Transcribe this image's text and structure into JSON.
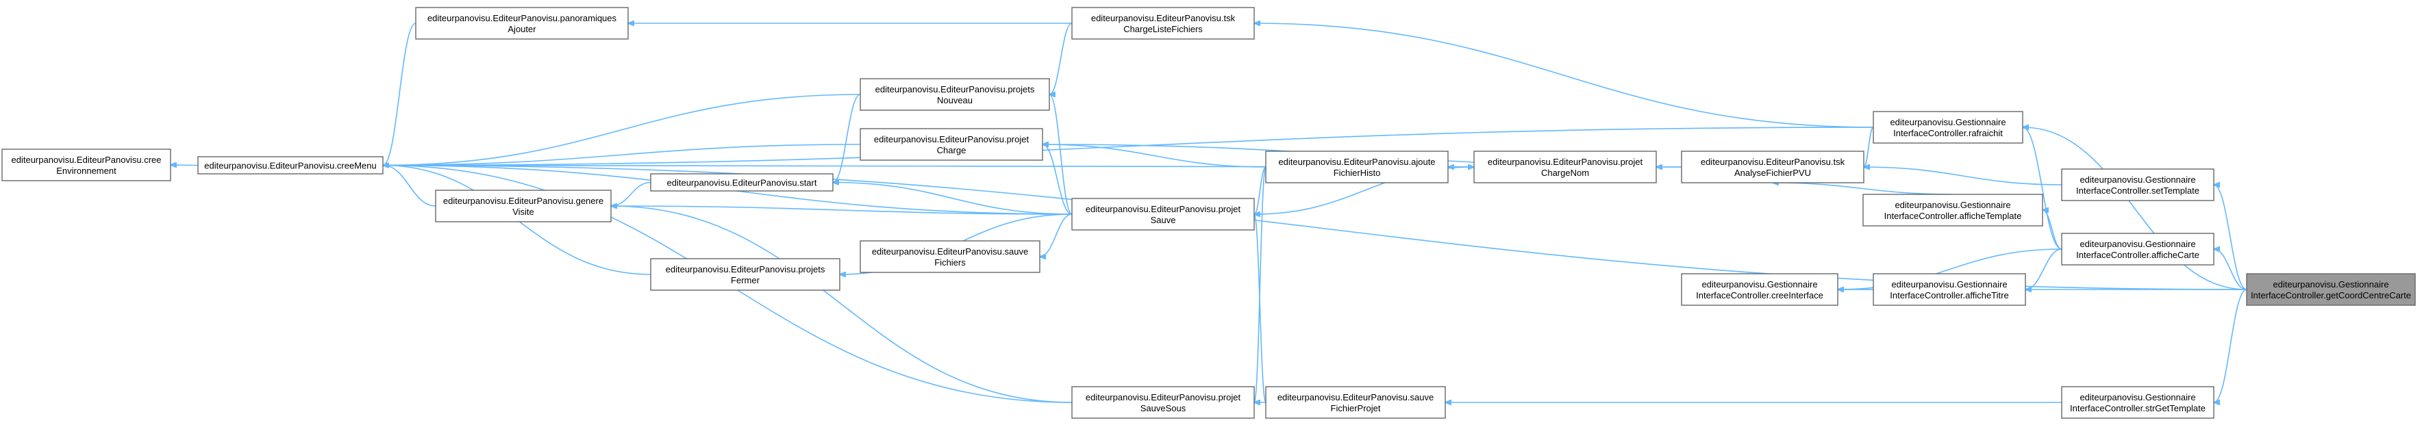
{
  "colors": {
    "edge": "#63b8ff",
    "node_border": "#666666",
    "highlight_fill": "#999999",
    "background": "#ffffff"
  },
  "nodes": [
    {
      "id": "cree_env",
      "lines": [
        "editeurpanovisu.EditeurPanovisu.cree",
        "Environnement"
      ]
    },
    {
      "id": "creeMenu",
      "lines": [
        "editeurpanovisu.EditeurPanovisu.creeMenu"
      ]
    },
    {
      "id": "pano_ajouter",
      "lines": [
        "editeurpanovisu.EditeurPanovisu.panoramiques",
        "Ajouter"
      ]
    },
    {
      "id": "genere_visite",
      "lines": [
        "editeurpanovisu.EditeurPanovisu.genere",
        "Visite"
      ]
    },
    {
      "id": "start",
      "lines": [
        "editeurpanovisu.EditeurPanovisu.start"
      ]
    },
    {
      "id": "projets_fermer",
      "lines": [
        "editeurpanovisu.EditeurPanovisu.projets",
        "Fermer"
      ]
    },
    {
      "id": "projets_nouveau",
      "lines": [
        "editeurpanovisu.EditeurPanovisu.projets",
        "Nouveau"
      ]
    },
    {
      "id": "projet_charge",
      "lines": [
        "editeurpanovisu.EditeurPanovisu.projet",
        "Charge"
      ]
    },
    {
      "id": "sauve_fichiers",
      "lines": [
        "editeurpanovisu.EditeurPanovisu.sauve",
        "Fichiers"
      ]
    },
    {
      "id": "tsk_charge",
      "lines": [
        "editeurpanovisu.EditeurPanovisu.tsk",
        "ChargeListeFichiers"
      ]
    },
    {
      "id": "projet_sauve",
      "lines": [
        "editeurpanovisu.EditeurPanovisu.projet",
        "Sauve"
      ]
    },
    {
      "id": "projet_sauvesous",
      "lines": [
        "editeurpanovisu.EditeurPanovisu.projet",
        "SauveSous"
      ]
    },
    {
      "id": "ajoute_fichierhisto",
      "lines": [
        "editeurpanovisu.EditeurPanovisu.ajoute",
        "FichierHisto"
      ]
    },
    {
      "id": "sauve_fichierprojet",
      "lines": [
        "editeurpanovisu.EditeurPanovisu.sauve",
        "FichierProjet"
      ]
    },
    {
      "id": "projet_chargenom",
      "lines": [
        "editeurpanovisu.EditeurPanovisu.projet",
        "ChargeNom"
      ]
    },
    {
      "id": "tsk_analyse",
      "lines": [
        "editeurpanovisu.EditeurPanovisu.tsk",
        "AnalyseFichierPVU"
      ]
    },
    {
      "id": "cree_interface",
      "lines": [
        "editeurpanovisu.Gestionnaire",
        "InterfaceController.creeInterface"
      ]
    },
    {
      "id": "rafraichit",
      "lines": [
        "editeurpanovisu.Gestionnaire",
        "InterfaceController.rafraichit"
      ]
    },
    {
      "id": "affiche_template",
      "lines": [
        "editeurpanovisu.Gestionnaire",
        "InterfaceController.afficheTemplate"
      ]
    },
    {
      "id": "affiche_titre",
      "lines": [
        "editeurpanovisu.Gestionnaire",
        "InterfaceController.afficheTitre"
      ]
    },
    {
      "id": "set_template",
      "lines": [
        "editeurpanovisu.Gestionnaire",
        "InterfaceController.setTemplate"
      ]
    },
    {
      "id": "affiche_carte",
      "lines": [
        "editeurpanovisu.Gestionnaire",
        "InterfaceController.afficheCarte"
      ]
    },
    {
      "id": "str_get_template",
      "lines": [
        "editeurpanovisu.Gestionnaire",
        "InterfaceController.strGetTemplate"
      ]
    },
    {
      "id": "get_coord",
      "lines": [
        "editeurpanovisu.Gestionnaire",
        "InterfaceController.getCoordCentreCarte"
      ],
      "highlight": true
    }
  ],
  "edges": [
    {
      "from": "get_coord",
      "to": "rafraichit"
    },
    {
      "from": "get_coord",
      "to": "set_template"
    },
    {
      "from": "get_coord",
      "to": "affiche_carte"
    },
    {
      "from": "get_coord",
      "to": "cree_interface"
    },
    {
      "from": "get_coord",
      "to": "creeMenu"
    },
    {
      "from": "get_coord",
      "to": "str_get_template"
    },
    {
      "from": "rafraichit",
      "to": "tsk_charge"
    },
    {
      "from": "rafraichit",
      "to": "tsk_analyse"
    },
    {
      "from": "rafraichit",
      "to": "creeMenu"
    },
    {
      "from": "set_template",
      "to": "tsk_analyse"
    },
    {
      "from": "affiche_carte",
      "to": "affiche_template"
    },
    {
      "from": "affiche_carte",
      "to": "affiche_titre"
    },
    {
      "from": "affiche_carte",
      "to": "cree_interface"
    },
    {
      "from": "affiche_carte",
      "to": "rafraichit"
    },
    {
      "from": "affiche_template",
      "to": "tsk_analyse"
    },
    {
      "from": "affiche_titre",
      "to": "cree_interface"
    },
    {
      "from": "str_get_template",
      "to": "sauve_fichierprojet"
    },
    {
      "from": "tsk_analyse",
      "to": "projet_chargenom"
    },
    {
      "from": "tsk_analyse",
      "to": "projet_charge"
    },
    {
      "from": "projet_chargenom",
      "to": "ajoute_fichierhisto"
    },
    {
      "from": "projet_chargenom",
      "to": "projet_sauve"
    },
    {
      "from": "projet_chargenom",
      "to": "creeMenu"
    },
    {
      "from": "ajoute_fichierhisto",
      "to": "projet_chargenom"
    },
    {
      "from": "ajoute_fichierhisto",
      "to": "projet_charge"
    },
    {
      "from": "ajoute_fichierhisto",
      "to": "projet_sauve"
    },
    {
      "from": "ajoute_fichierhisto",
      "to": "projet_sauvesous"
    },
    {
      "from": "sauve_fichierprojet",
      "to": "projet_sauve"
    },
    {
      "from": "sauve_fichierprojet",
      "to": "projet_sauvesous"
    },
    {
      "from": "projet_sauvesous",
      "to": "creeMenu"
    },
    {
      "from": "projet_sauvesous",
      "to": "genere_visite"
    },
    {
      "from": "projet_sauve",
      "to": "projets_nouveau"
    },
    {
      "from": "projet_sauve",
      "to": "projet_charge"
    },
    {
      "from": "projet_sauve",
      "to": "sauve_fichiers"
    },
    {
      "from": "projet_sauve",
      "to": "projets_fermer"
    },
    {
      "from": "projet_sauve",
      "to": "start"
    },
    {
      "from": "projet_sauve",
      "to": "creeMenu"
    },
    {
      "from": "projet_sauve",
      "to": "genere_visite"
    },
    {
      "from": "tsk_charge",
      "to": "pano_ajouter"
    },
    {
      "from": "tsk_charge",
      "to": "projets_nouveau"
    },
    {
      "from": "projets_nouveau",
      "to": "creeMenu"
    },
    {
      "from": "projets_nouveau",
      "to": "start"
    },
    {
      "from": "projet_charge",
      "to": "creeMenu"
    },
    {
      "from": "projets_fermer",
      "to": "creeMenu"
    },
    {
      "from": "start",
      "to": "genere_visite"
    },
    {
      "from": "genere_visite",
      "to": "creeMenu"
    },
    {
      "from": "pano_ajouter",
      "to": "creeMenu"
    },
    {
      "from": "creeMenu",
      "to": "cree_env"
    }
  ]
}
